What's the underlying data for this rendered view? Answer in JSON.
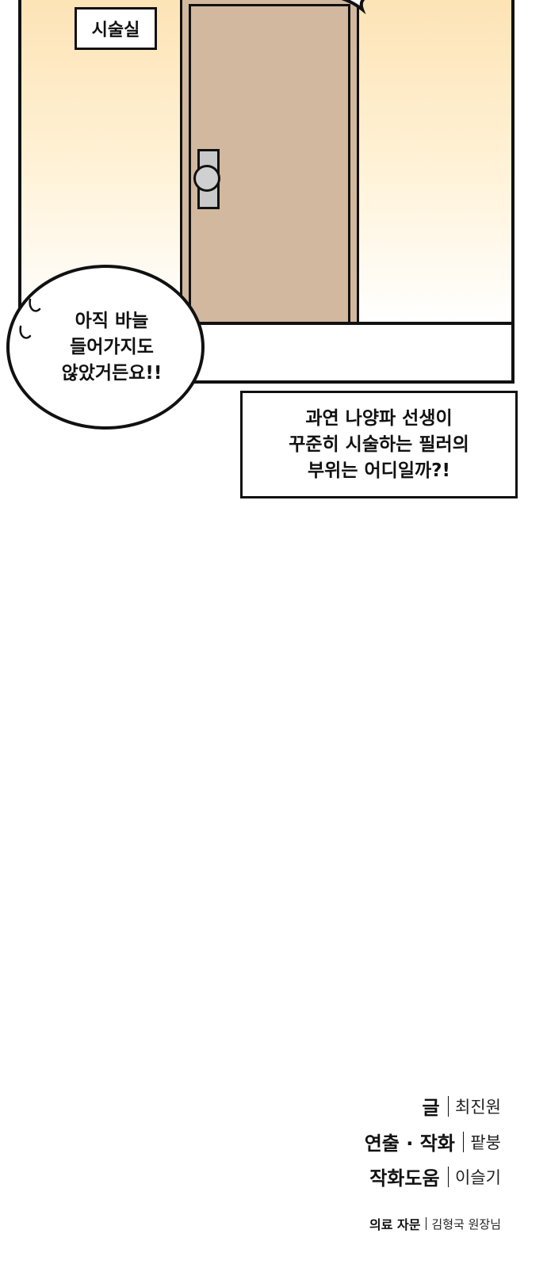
{
  "panel": {
    "room_sign": "시술실"
  },
  "speech_bubble": {
    "lines": [
      "아직 바늘",
      "들어가지도",
      "않았거든요!!"
    ]
  },
  "narration": {
    "lines": [
      "과연 나양파 선생이",
      "꾸준히 시술하는 필러의",
      "부위는 어디일까?!"
    ]
  },
  "credits": [
    {
      "role": "글",
      "name": "최진원"
    },
    {
      "role": "연출 · 작화",
      "name": "팥붕"
    },
    {
      "role": "작화도움",
      "name": "이슬기"
    },
    {
      "role": "의료 자문",
      "name": "김형국 원장님"
    }
  ]
}
